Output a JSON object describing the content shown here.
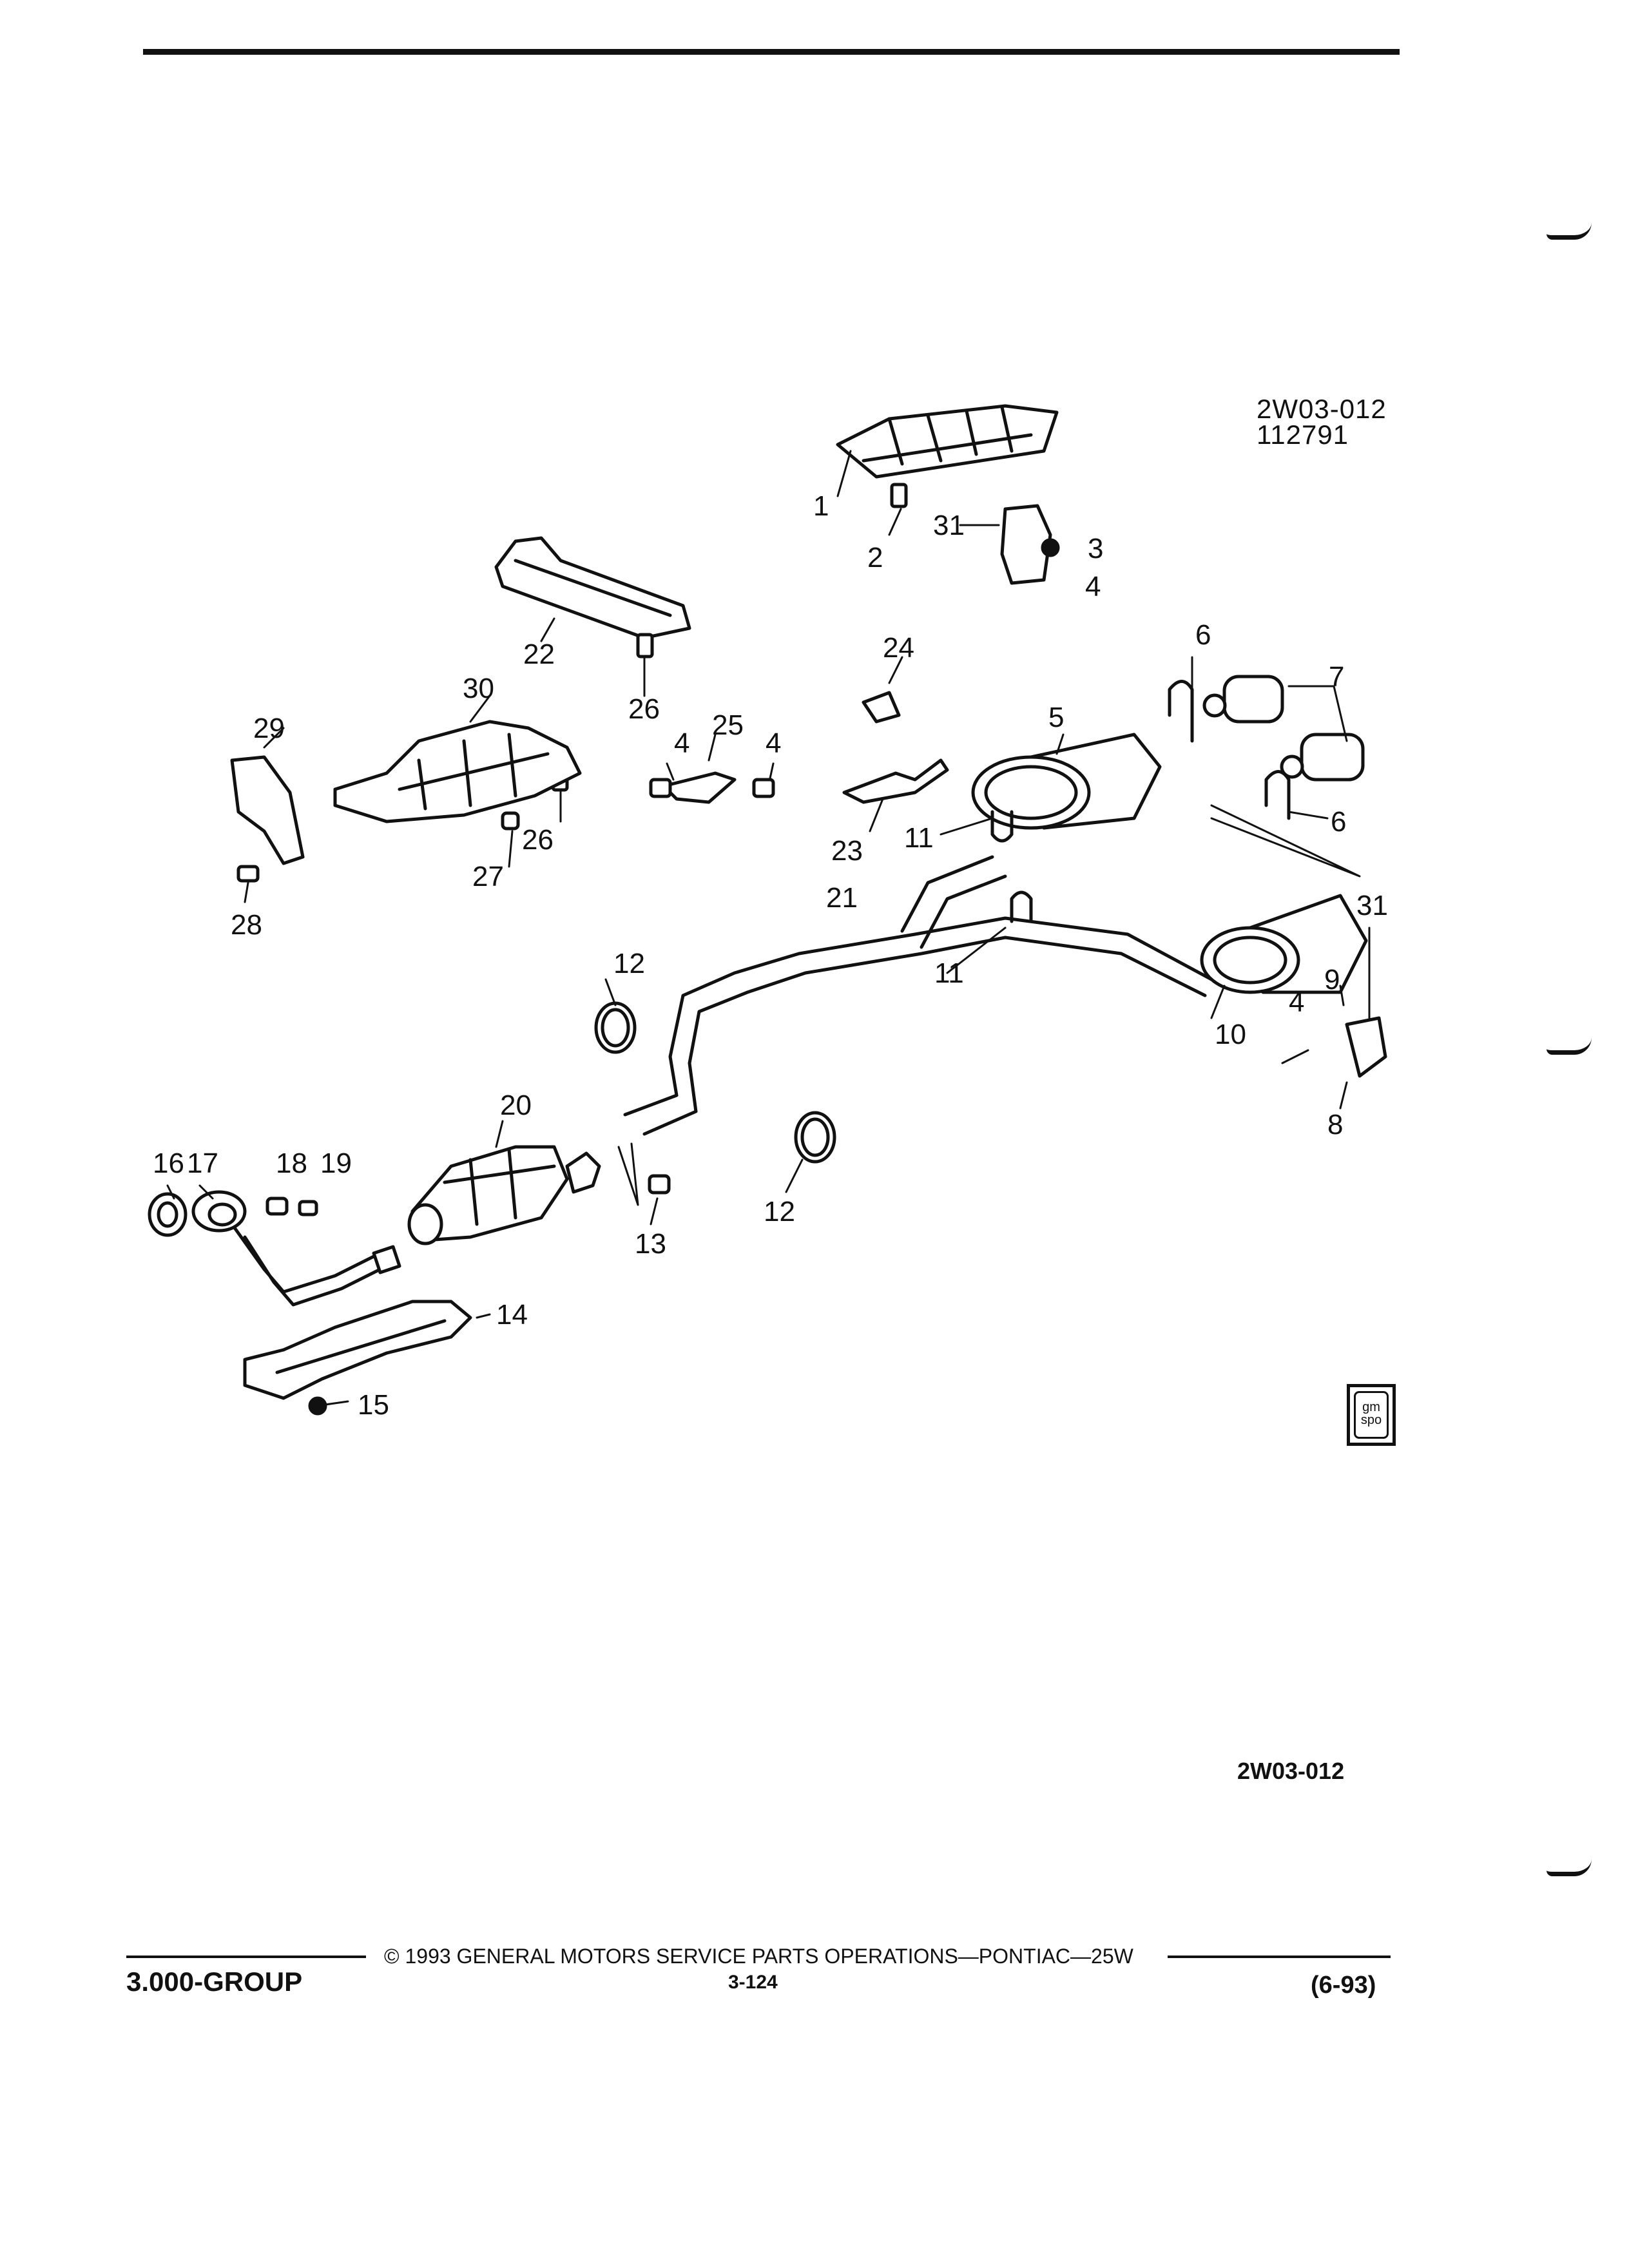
{
  "figure": {
    "code_top_line1": "2W03-012",
    "code_top_line2": "112791",
    "code_bottom": "2W03-012"
  },
  "callouts": [
    "1",
    "2",
    "3",
    "4",
    "5",
    "6",
    "7",
    "8",
    "9",
    "10",
    "11",
    "12",
    "13",
    "14",
    "15",
    "16",
    "17",
    "18",
    "19",
    "20",
    "21",
    "22",
    "23",
    "24",
    "25",
    "26",
    "27",
    "28",
    "29",
    "30",
    "31"
  ],
  "footer": {
    "group": "3.000-GROUP",
    "copyright": "© 1993 GENERAL MOTORS SERVICE PARTS OPERATIONS—PONTIAC—25W",
    "page": "3-124",
    "date": "(6-93)"
  },
  "logo": {
    "text_top": "gm",
    "text_bottom": "spo"
  }
}
